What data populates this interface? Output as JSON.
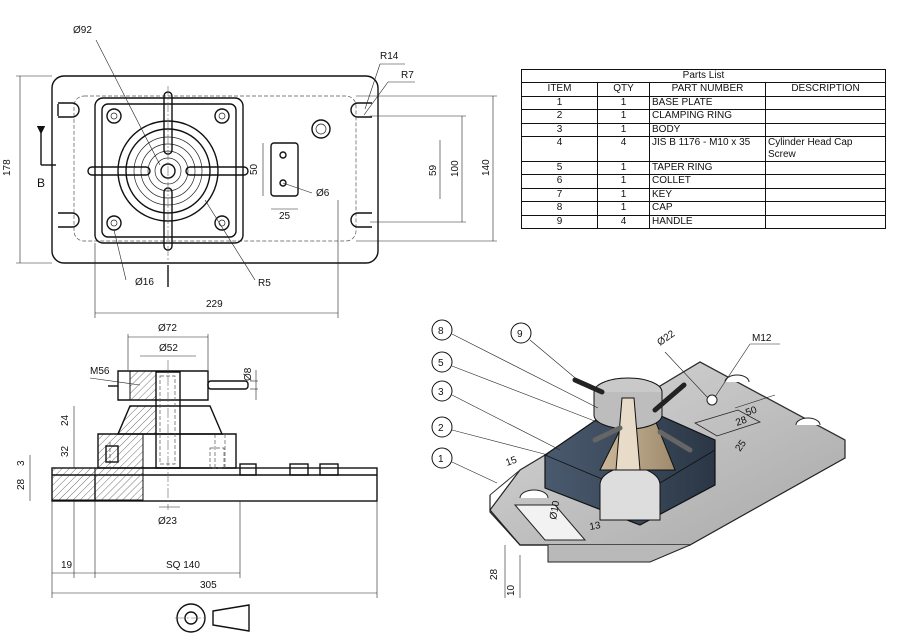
{
  "parts_list": {
    "title": "Parts List",
    "headers": [
      "ITEM",
      "QTY",
      "PART NUMBER",
      "DESCRIPTION"
    ],
    "rows": [
      {
        "item": "1",
        "qty": "1",
        "part_number": "BASE PLATE",
        "description": ""
      },
      {
        "item": "2",
        "qty": "1",
        "part_number": "CLAMPING RING",
        "description": ""
      },
      {
        "item": "3",
        "qty": "1",
        "part_number": "BODY",
        "description": ""
      },
      {
        "item": "4",
        "qty": "4",
        "part_number": "JIS B 1176 - M10 x 35",
        "description": "Cylinder Head Cap Screw"
      },
      {
        "item": "5",
        "qty": "1",
        "part_number": "TAPER RING",
        "description": ""
      },
      {
        "item": "6",
        "qty": "1",
        "part_number": "COLLET",
        "description": ""
      },
      {
        "item": "7",
        "qty": "1",
        "part_number": "KEY",
        "description": ""
      },
      {
        "item": "8",
        "qty": "1",
        "part_number": "CAP",
        "description": ""
      },
      {
        "item": "9",
        "qty": "4",
        "part_number": "HANDLE",
        "description": ""
      }
    ]
  },
  "top_view": {
    "dia_92": "Ø92",
    "r14": "R14",
    "r7": "R7",
    "d178": "178",
    "d50": "50",
    "d59": "59",
    "d100": "100",
    "d140": "140",
    "dia_6": "Ø6",
    "d25": "25",
    "dia_16": "Ø16",
    "r5": "R5",
    "d229": "229",
    "section_mark": "B"
  },
  "front_view": {
    "dia_72": "Ø72",
    "dia_52": "Ø52",
    "m56": "M56",
    "dia_8": "Ø8",
    "d24": "24",
    "d32": "32",
    "d3": "3",
    "d28": "28",
    "dia_23": "Ø23",
    "d19": "19",
    "sq140": "SQ 140",
    "d305": "305"
  },
  "iso_view": {
    "balloons": [
      "8",
      "9",
      "5",
      "3",
      "2",
      "1"
    ],
    "dia_22": "Ø22",
    "m12": "M12",
    "d50": "50",
    "d28": "28",
    "d25": "25",
    "d15": "15",
    "dia_10": "Ø10",
    "d13": "13",
    "d28b": "28",
    "d10": "10"
  }
}
